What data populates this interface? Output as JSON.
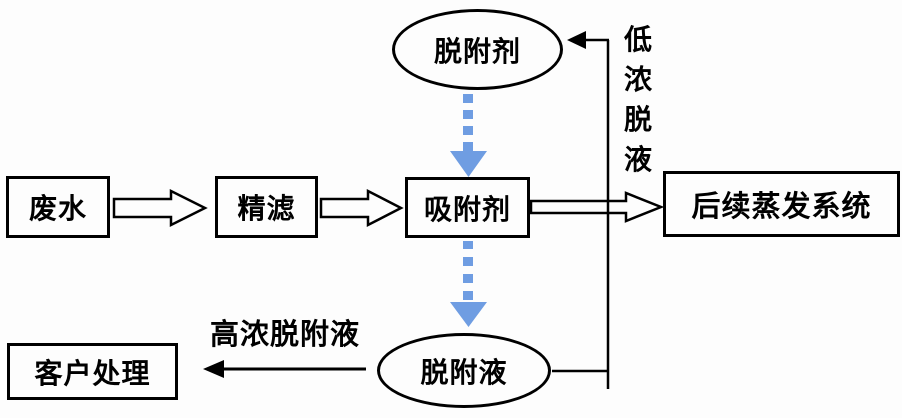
{
  "colors": {
    "background": "#fdfdfd",
    "line": "#000000",
    "dashed_arrow": "#6f9de2"
  },
  "nodes": {
    "wastewater": {
      "label": "废水",
      "shape": "rect"
    },
    "fine_filtration": {
      "label": "精滤",
      "shape": "rect"
    },
    "adsorbent": {
      "label": "吸附剂",
      "shape": "rect"
    },
    "evaporation_system": {
      "label": "后续蒸发系统",
      "shape": "rect"
    },
    "customer_treatment": {
      "label": "客户处理",
      "shape": "rect"
    },
    "desorbent": {
      "label": "脱附剂",
      "shape": "ellipse"
    },
    "desorption_liquid": {
      "label": "脱附液",
      "shape": "ellipse"
    }
  },
  "labels": {
    "high_concentration_desorption_liquid": "高浓脱附液",
    "low_concentration_desorption_liquid_chars": [
      "低",
      "浓",
      "脱",
      "液"
    ]
  }
}
